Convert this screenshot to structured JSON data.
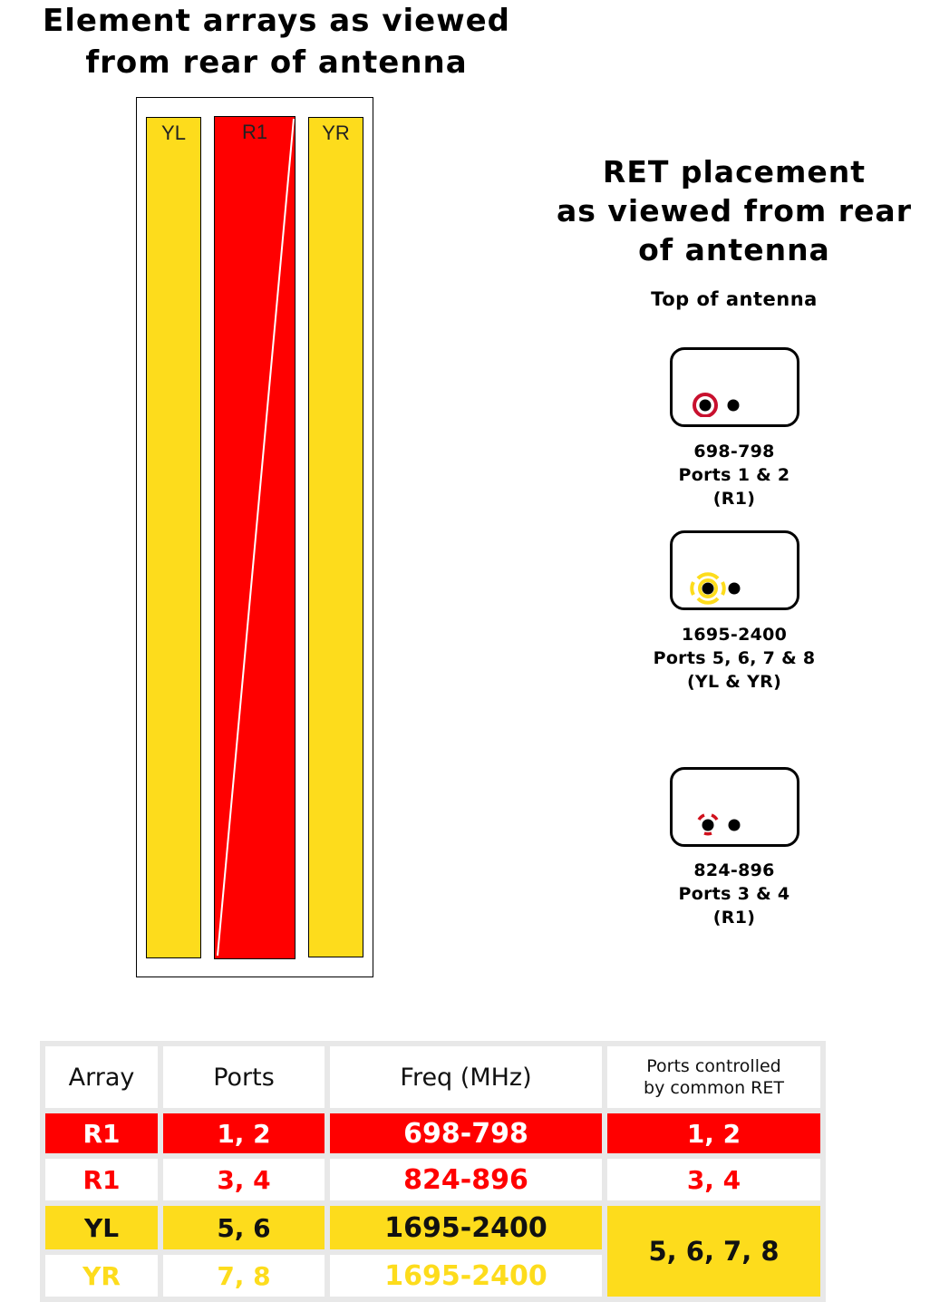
{
  "titles": {
    "left_line1": "Element arrays as viewed",
    "left_line2": "from rear of antenna",
    "right_line1": "RET placement",
    "right_line2": "as viewed from rear",
    "right_line3": "of antenna",
    "top_label": "Top of antenna"
  },
  "arrays": [
    {
      "label": "YL",
      "color": "#fddc1c"
    },
    {
      "label": "R1",
      "color": "#ff0000"
    },
    {
      "label": "YR",
      "color": "#fddc1c"
    }
  ],
  "rets": [
    {
      "freq": "698-798",
      "ports": "Ports 1 & 2",
      "array": "(R1)",
      "color": "#c8102e"
    },
    {
      "freq": "1695-2400",
      "ports": "Ports 5, 6, 7 & 8",
      "array": "(YL & YR)",
      "color": "#fddc1c"
    },
    {
      "freq": "824-896",
      "ports": "Ports 3 & 4",
      "array": "(R1)",
      "color": "#d0101c"
    }
  ],
  "table": {
    "headers": {
      "array": "Array",
      "ports": "Ports",
      "freq": "Freq (MHz)",
      "common_line1": "Ports controlled",
      "common_line2": "by common RET"
    },
    "rows": [
      {
        "array": "R1",
        "ports": "1, 2",
        "freq": "698-798",
        "common": "1, 2"
      },
      {
        "array": "R1",
        "ports": "3, 4",
        "freq": "824-896",
        "common": "3, 4"
      },
      {
        "array": "YL",
        "ports": "5, 6",
        "freq": "1695-2400",
        "common": "5, 6, 7, 8"
      },
      {
        "array": "YR",
        "ports": "7, 8",
        "freq": "1695-2400"
      }
    ]
  },
  "colors": {
    "red": "#ff0000",
    "yellow": "#fddc1c",
    "white": "#ffffff",
    "black": "#000000"
  }
}
